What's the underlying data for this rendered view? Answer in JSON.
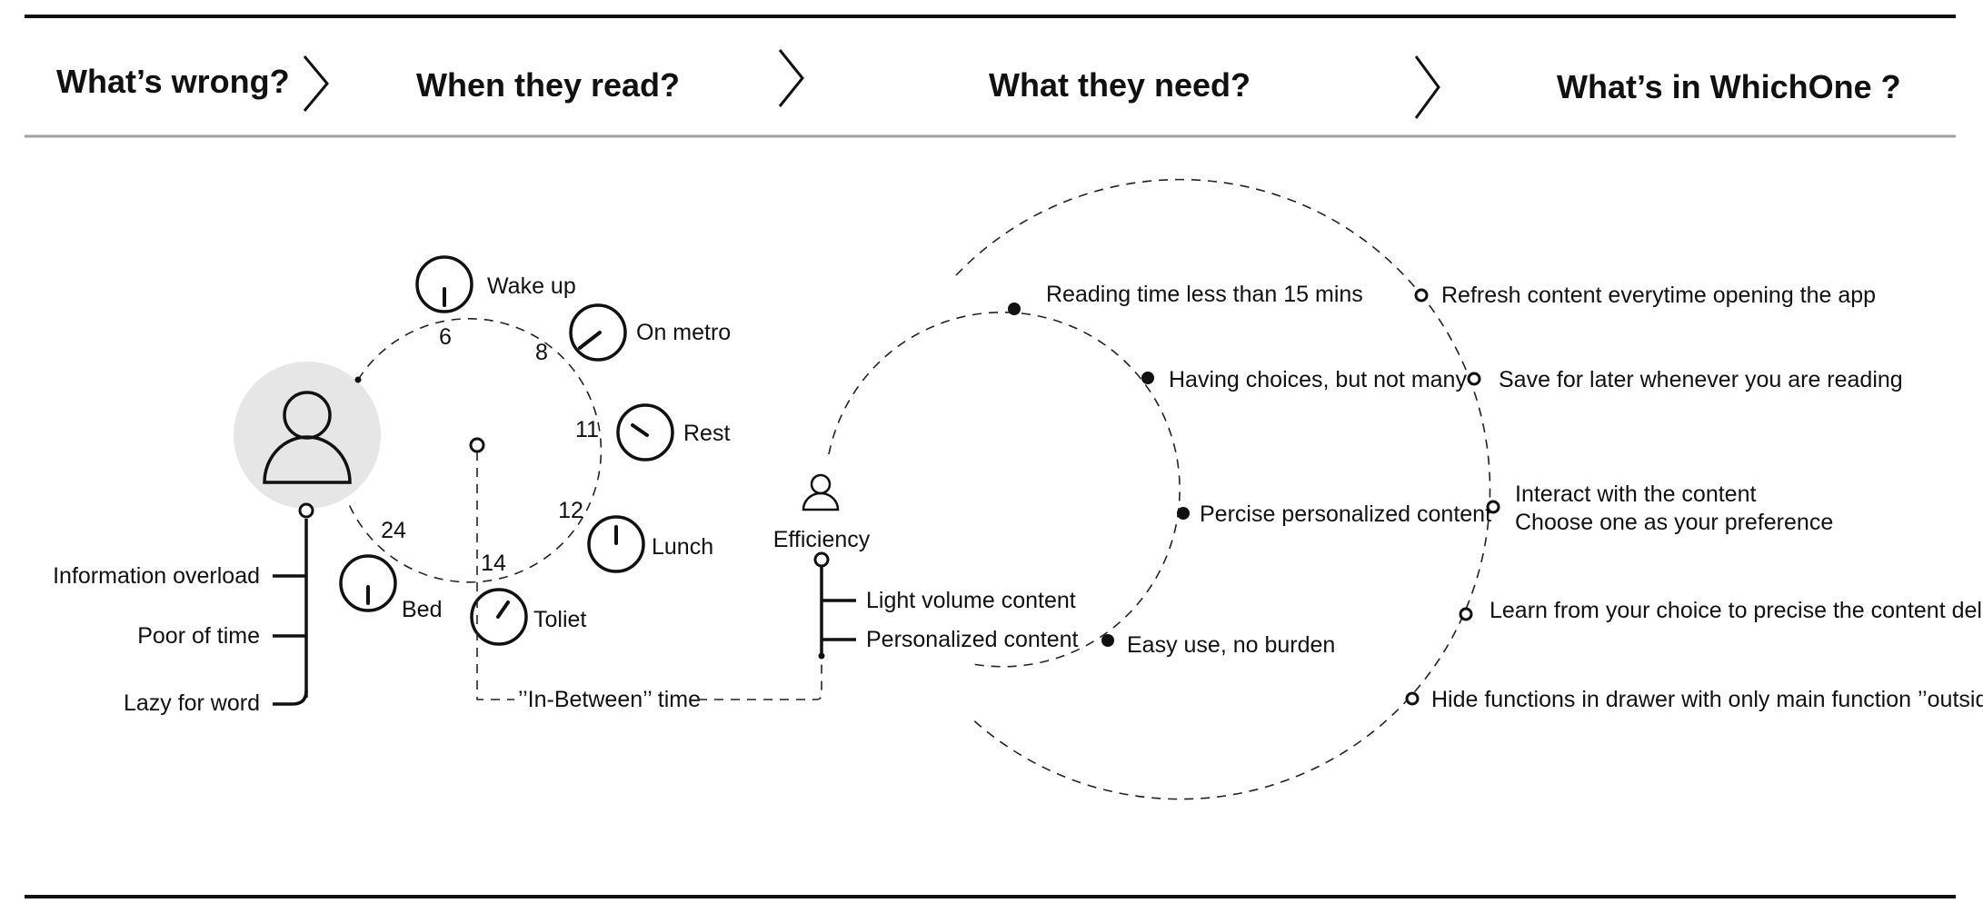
{
  "header": {
    "steps": [
      {
        "label": "What’s wrong?"
      },
      {
        "label": "When they read?"
      },
      {
        "label": "What they need?"
      },
      {
        "label": "What’s in WhichOne ?"
      }
    ]
  },
  "problems": [
    "Information overload",
    "Poor of time",
    "Lazy for word"
  ],
  "schedule": {
    "activities": [
      "Wake up",
      "On metro",
      "Rest",
      "Lunch",
      "Toliet",
      "Bed"
    ],
    "hours": [
      "6",
      "8",
      "11",
      "12",
      "14",
      "24"
    ]
  },
  "between_label": "’’In-Between’’ time",
  "efficiency": {
    "label": "Efficiency",
    "items": [
      "Light volume content",
      "Personalized content"
    ]
  },
  "needs": [
    "Reading time less than 15 mins",
    "Having choices, but not many",
    "Percise personalized content",
    "Easy use, no burden"
  ],
  "features": [
    "Refresh content everytime opening the app",
    "Save for later whenever you are reading",
    "Interact with the content",
    "Choose one as your preference",
    "Learn from your choice to precise the content delivery",
    "Hide functions in drawer with only main function ’’outside’’"
  ],
  "colors": {
    "line": "#111111",
    "avatar_bg": "#e6e6e6",
    "rule": "#a0a0a0"
  },
  "icons": [
    "chevron-right-icon",
    "user-icon",
    "clock-icon"
  ]
}
